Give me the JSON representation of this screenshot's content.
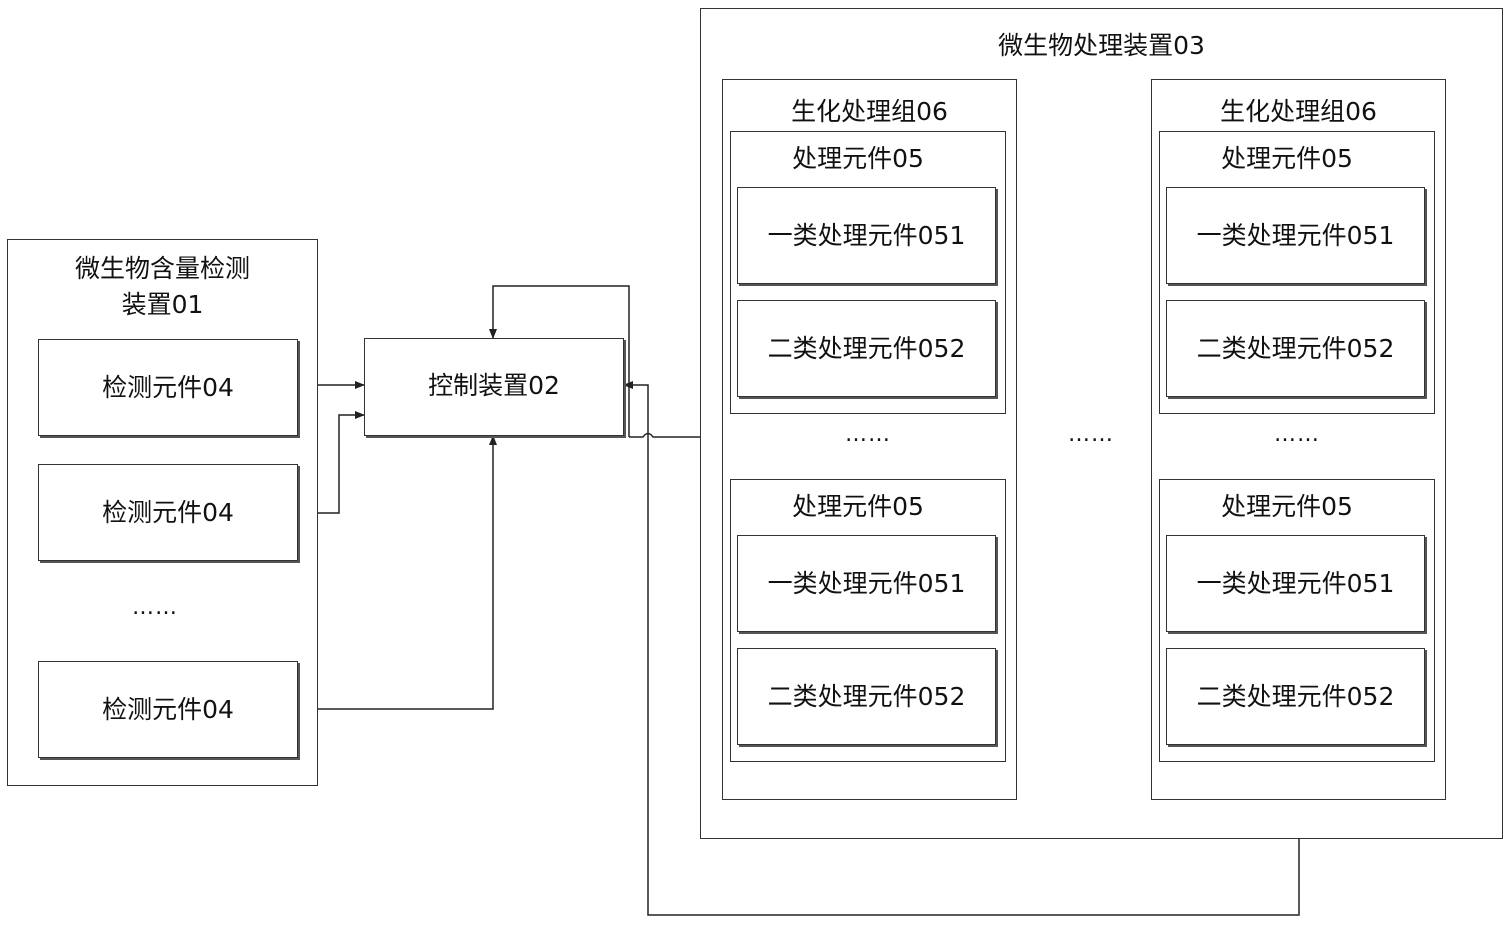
{
  "detection_device": {
    "title_line1": "微生物含量检测",
    "title_line2": "装置01",
    "elements": [
      "检测元件04",
      "检测元件04",
      "检测元件04"
    ],
    "ellipsis": "……"
  },
  "control_device": {
    "label": "控制装置02"
  },
  "processing_device": {
    "title": "微生物处理装置03",
    "group_ellipsis": "……",
    "groups": [
      {
        "title": "生化处理组06",
        "ellipsis": "……",
        "units": [
          {
            "title": "处理元件05",
            "type1": "一类处理元件051",
            "type2": "二类处理元件052"
          },
          {
            "title": "处理元件05",
            "type1": "一类处理元件051",
            "type2": "二类处理元件052"
          }
        ]
      },
      {
        "title": "生化处理组06",
        "ellipsis": "……",
        "units": [
          {
            "title": "处理元件05",
            "type1": "一类处理元件051",
            "type2": "二类处理元件052"
          },
          {
            "title": "处理元件05",
            "type1": "一类处理元件051",
            "type2": "二类处理元件052"
          }
        ]
      }
    ]
  }
}
